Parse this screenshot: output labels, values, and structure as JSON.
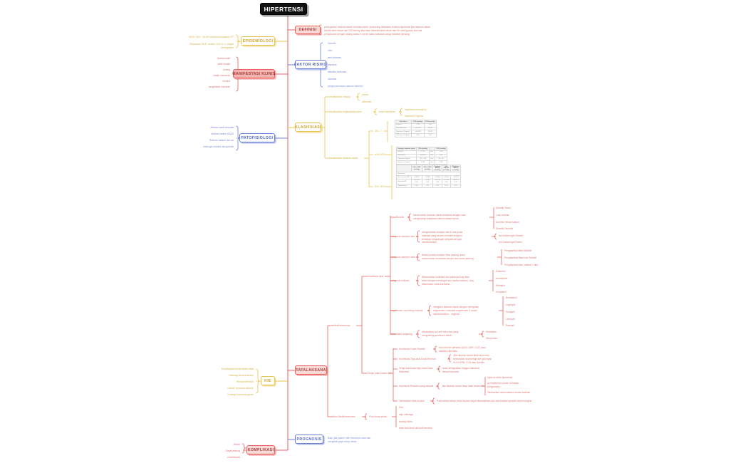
{
  "root": {
    "label": "HIPERTENSI"
  },
  "topics": {
    "definisi": "DEFINISI",
    "epidemiologi": "EPIDEMIOLOGI",
    "faktor_risiko": "FAKTOR RISIKO",
    "manifestasi_klinis": "MANIFESTASI KLINIS",
    "klasifikasi": "KLASIFIKASI",
    "patofisiologi": "PATOFISIOLOGI",
    "tatalaksana": "TATALAKSANA",
    "kie": "KIE",
    "prognosis": "PROGNOSIS",
    "komplikasi": "KOMPLIKASI"
  },
  "definisi": {
    "text": "peningkatan tekanan darah di dalam arteri, seseorang dikatakan terkena hipertensi jika tekanan darah\nsistolik lebih besar dari 140 mmHg atau atau diastolik lebih besar dari 90 mmHg pada dua kali\npengukuran dengan selang waktu 5 menit dalam keadaan cukup istirahat (tenang)"
  },
  "epidemiologi": {
    "lines": [
      "WHO 2021 : 28,4% individu mengalami HT",
      "Riskesdas 2018 : sekitar 33,6 % => terjadi\npeningkatan"
    ]
  },
  "faktor_risiko": {
    "items": [
      "Genetik",
      "usia",
      "jenis kelamin",
      "merokok",
      "aktivitas sedentari",
      "obesitas",
      "pengkonsumsian natrium berlebih"
    ]
  },
  "manifestasi_klinis": {
    "items": [
      "Asimtomatik",
      "sakit kepala",
      "pusing",
      "wajah memerah",
      "tinnitus",
      "penglihatan berubah"
    ]
  },
  "patofisiologi": {
    "items": [
      "Aktivasi saraf simpatis",
      "Aktivasi sistem RAAS",
      "Retensi natrium dan air",
      "disfungsi endotel dan genetik"
    ]
  },
  "klasifikasi": {
    "etiologi_label": "berdasarkan etiologi",
    "etiologi_items": [
      "primer",
      "sekunder"
    ],
    "kegawatan_label": "berdasarkan kegawatdaruratan",
    "kegawatan_child": "krisis hipertensi",
    "kegawatan_items": [
      "hipertensi emergensi",
      "hipertensi urgensi"
    ],
    "tekanan_label": "berdasarkan tekanan darah",
    "guidelines": [
      "JNC 7",
      "AHA 2019",
      "ESC 2024"
    ]
  },
  "tables": {
    "jnc7": {
      "headers": [
        "Klasifikasi",
        "TDS (mmHg)",
        "TDD (mmHg)"
      ],
      "rows": [
        [
          "Normal",
          "< 120",
          "< 80"
        ],
        [
          "Pre-hipertensi",
          "120-139",
          "80-89"
        ],
        [
          "Hipertensi Tingkat 1",
          "140-159",
          "90-99"
        ],
        [
          "Hipertensi Tingkat 2",
          ">160",
          ">100"
        ]
      ]
    },
    "aha2019": {
      "headers": [
        "Kategori tekanan darah",
        "TDS (mmHg)",
        "",
        "TDD (mmHg)"
      ],
      "rows": [
        [
          "Normal",
          "< 120",
          "dan",
          "< 80"
        ],
        [
          "Meningkat",
          "120-129",
          "dan",
          "< 80"
        ],
        [
          "Hipertensi Stage 1",
          "130 - 139",
          "atau",
          "80 - 89"
        ],
        [
          "Hipertensi Stage 2",
          "≥ 140",
          "atau",
          "≥ 90"
        ]
      ]
    },
    "esc2024": {
      "headers": [
        "",
        "Office SBP\n(mmHg)",
        "Office DBP\n(mmHg)",
        "Daytime\nABPM\n(mmHg)",
        "24 h\nABPM\n(mmHg)",
        "Nighttime\nABPM\n(mmHg)"
      ],
      "section": "Reference",
      "rows": [
        [
          "Non-elevated BP",
          "<120/70",
          "<70/80",
          "<135/85",
          "<130/80",
          "<120/70"
        ],
        [
          "Elevated BP",
          "120-139\n/<90",
          "70-89\n/<90",
          "120-134\n/<85",
          "115-129\n/<80",
          "105-119\n/<70"
        ],
        [
          "Hypertension",
          "≥140",
          "≥90",
          "≥135",
          "≥130",
          "≥120"
        ]
      ]
    }
  },
  "tatalaksana": {
    "medikamentosa": "Medikamentosa",
    "non_medikamentosa": "Non-Medikamentosa",
    "klasifikasi_obat": "Klasifikasi obat",
    "terapi_label": "Terapi pada pasien HT",
    "pola_hidup": "Pola hidup sehat",
    "drug_classes": [
      {
        "name": "Diuretik",
        "desc": "Menurunkan tekanan darah terutama dengan cara\nmengurangi simpanan natrium dalam tubuh",
        "items": [
          "Diuretik Tiazid",
          "Loop diuretic",
          "Diuretik Hemat Kalium",
          "Diuretik Osmotik"
        ]
      },
      {
        "name": "Antagonis reseptor alfa",
        "desc": "menghambat reseptor alfa di otot polos\nvaskular yang secara normal berespon\nterhadap rangsangan simpatis dengan\nvasokonstriksi",
        "items": [
          "Anti Adrenergik Sentral",
          "Anti Adrenergik Perifer"
        ]
      },
      {
        "name": "Antagonis reseptor beta",
        "desc": "Bekerja pada reseptor Beta jantung untuk\nmenurunkan kecepatan denyut dan curah jantung",
        "items": [
          "Penghambat Beta Selektif",
          "Penghambat Beta Non Selektif",
          "Penghambat beta ,arteriol + alfa"
        ]
      },
      {
        "name": "antagonis kalsium",
        "desc": "Menurunkan kontraksi otot polos jantung atau\narteri dengan mencegah ano intuksi kalsium , ang\ndibutuhkan untuk kontraksi",
        "items": [
          "Diltiazem",
          "Amlodipine",
          "Nifedipin",
          "Verapamil"
        ]
      },
      {
        "name": "Angiotensin con-erting-enzyme",
        "desc": "mengatur tekanan darah dengan mengubah\nangiotensin I menjadi angiotensin II, suatu\nvasokonstriktor , angkuat",
        "items": [
          "Benazepril",
          "Captopril",
          "Enalapril",
          "Lisinopril",
          "Ramipril"
        ]
      },
      {
        "name": "Vasodilator langsung",
        "desc": "Merelaksasi sel-sel otot polos yang\nmengelilingi pembuluh darah",
        "items": [
          "Hidralazin",
          "Nitroprusid"
        ]
      }
    ],
    "therapy_steps": [
      {
        "name": "Kombinasi Dosis Rendah",
        "desc": "dua obat lini pertama (ACEi, ARB, CCB, atau\ndiuretik) diberikan."
      },
      {
        "name": "Kombinasi Tiga-obat Dosis Rendah",
        "desc": "Jika tekanan darah tidak terkontrol,\ntambahkan obat ketiga dari golongan\nACEi+ARB, CCB atau diuretik"
      },
      {
        "name": "Terapi kombinasi tiga-obat Dosis\nMaksimal",
        "desc": "dosis ditingkatkan hingga maksimal\nsesuai toleransi."
      },
      {
        "name": "Hipertensi Resisten yang tampak",
        "desc": "Jika tekanan darah tetap tidak terkendali",
        "sub": [
          "rujuk ke klinik hipertensi.",
          "uji kepatuhan pasien terhadap\npengobatan.",
          "Tambahkan spironolakton sesuai indikasi."
        ]
      },
      {
        "name": "Tambahkan beta-blocker",
        "desc": "Pada setiap tahap, beta-blocker dapat ditambahkan jika ada indikasi spesifik seperti angina"
      }
    ],
    "lifestyle": [
      "Diet",
      "rajin olahraga",
      "kurangi stres",
      "tidak konsumsi alkohol/merokok"
    ]
  },
  "kie": {
    "items": [
      "Pertahankan berat badan ideal",
      "Olahraga secara teratur",
      "Hindari Merokok",
      "Hindari konsumsi alkohol",
      "Kurangi konsumsi garam"
    ]
  },
  "prognosis": {
    "text": "Baik, jika pasien rutin meminum obat dan\nmengikuti gaya hidup sehat."
  },
  "komplikasi": {
    "items": [
      "Stroke",
      "Gagal jantung",
      "ensefalopati"
    ]
  }
}
